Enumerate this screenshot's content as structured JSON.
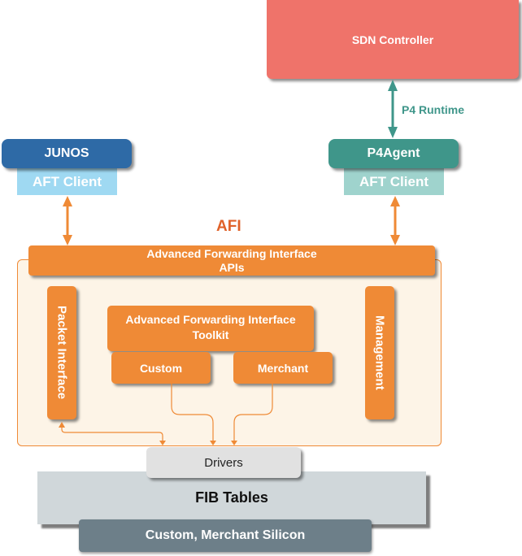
{
  "colors": {
    "sdn": "#ef736a",
    "teal": "#3f968a",
    "teal_light": "#9fd3cd",
    "junos": "#2e6aa6",
    "junos_light": "#9fd9f2",
    "orange": "#ef8a36",
    "orange_title": "#e0622a",
    "afi_bg": "#fdf4e7",
    "drivers_bg": "#e1e1e1",
    "fib_bg": "#d0d7da",
    "silicon_bg": "#6d7f89"
  },
  "sdn_controller": {
    "label": "SDN Controller"
  },
  "p4_runtime": {
    "label": "P4 Runtime"
  },
  "p4agent": {
    "label": "P4Agent",
    "client_label": "AFT Client"
  },
  "junos": {
    "label": "JUNOS",
    "client_label": "AFT Client"
  },
  "afi": {
    "title": "AFI",
    "apis": {
      "line1": "Advanced Forwarding Interface",
      "line2": "APIs"
    },
    "toolkit": {
      "line1": "Advanced Forwarding Interface",
      "line2": "Toolkit"
    },
    "custom": "Custom",
    "merchant": "Merchant",
    "packet_interface": "Packet Interface",
    "management": "Management"
  },
  "drivers": {
    "label": "Drivers"
  },
  "fib_tables": {
    "label": "FIB Tables"
  },
  "silicon": {
    "label": "Custom, Merchant Silicon"
  }
}
